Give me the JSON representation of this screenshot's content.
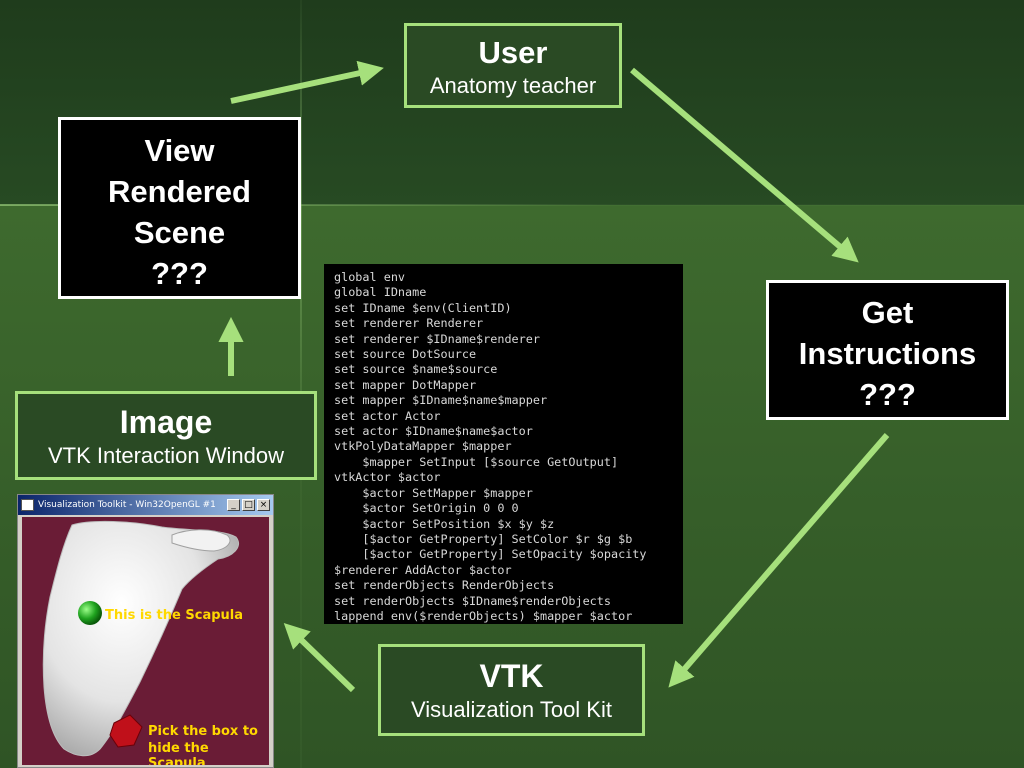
{
  "user_box": {
    "title": "User",
    "subtitle": "Anatomy teacher"
  },
  "get_instructions_box": {
    "lines": [
      "Get",
      "Instructions",
      "???"
    ]
  },
  "vtk_box": {
    "title": "VTK",
    "subtitle": "Visualization Tool Kit"
  },
  "image_box": {
    "title": "Image",
    "subtitle": "VTK Interaction Window"
  },
  "view_box": {
    "lines": [
      "View",
      "Rendered",
      "Scene",
      "???"
    ]
  },
  "code_lines": [
    "global env",
    "global IDname",
    "set IDname $env(ClientID)",
    "set renderer Renderer",
    "set renderer $IDname$renderer",
    "set source DotSource",
    "set source $name$source",
    "set mapper DotMapper",
    "set mapper $IDname$name$mapper",
    "set actor Actor",
    "set actor $IDname$name$actor",
    "vtkPolyDataMapper $mapper",
    "    $mapper SetInput [$source GetOutput]",
    "vtkActor $actor",
    "    $actor SetMapper $mapper",
    "    $actor SetOrigin 0 0 0",
    "    $actor SetPosition $x $y $z",
    "    [$actor GetProperty] SetColor $r $g $b",
    "    [$actor GetProperty] SetOpacity $opacity",
    "$renderer AddActor $actor",
    "set renderObjects RenderObjects",
    "set renderObjects $IDname$renderObjects",
    "lappend env($renderObjects) $mapper $actor"
  ],
  "vtk_window": {
    "title": "Visualization Toolkit - Win32OpenGL #1",
    "buttons": [
      "_",
      "□",
      "×"
    ],
    "label_sphere": "This is the Scapula",
    "label_box_line1": "Pick the box to",
    "label_box_line2": "hide the Scapula"
  },
  "colors": {
    "arrow": "#a6e07c",
    "box_border": "#a6e07c",
    "canvas_bg": "#6a1c36",
    "label_text": "#ffd800"
  }
}
